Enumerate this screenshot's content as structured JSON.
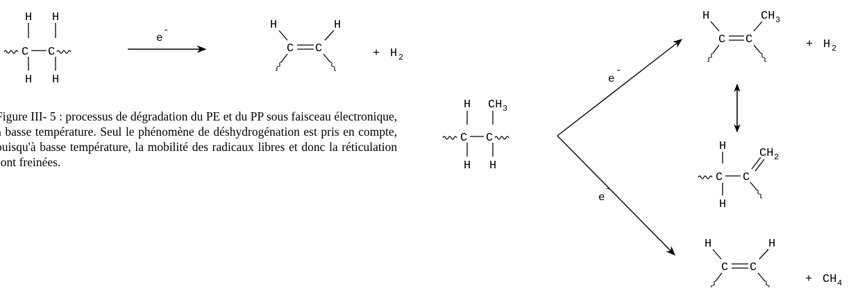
{
  "caption": {
    "words": [
      "Figure",
      "III-",
      "5",
      ":",
      "processus",
      "de",
      "dégradation",
      "du",
      "PE",
      "et",
      "du",
      "PP",
      "sous",
      "faisceau",
      "électronique,",
      "à",
      "basse",
      "température.",
      "Seul",
      "le",
      "phénomène",
      "de",
      "déshydrogénation",
      "est",
      "pris",
      "en",
      "compte,",
      "puisqu'à",
      "basse",
      "température,",
      "la",
      "mobilité",
      "des",
      "radicaux",
      "libres",
      "et",
      "donc",
      "la",
      "réticulation",
      "sont",
      "freinées."
    ]
  },
  "atoms": {
    "h": "H",
    "c": "C",
    "ch3": "CH",
    "ch2": "CH",
    "ch4": "CH",
    "sub3": "3",
    "sub2": "2",
    "sub4": "4",
    "h2": "H",
    "plus": "+"
  },
  "arrows": {
    "electron": "e",
    "minus": "-"
  },
  "colors": {
    "ink": "#000000",
    "background": "#ffffff"
  }
}
